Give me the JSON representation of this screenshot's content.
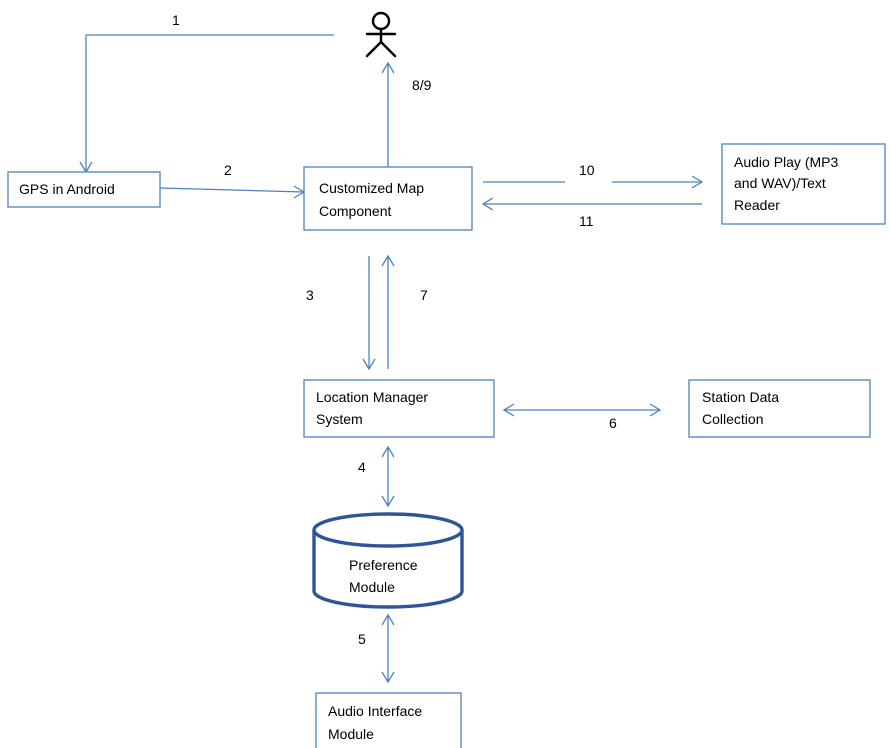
{
  "colors": {
    "line": "#4f81bd",
    "db_stroke": "#2f5597",
    "text": "#000000",
    "background": "#ffffff"
  },
  "actor": {
    "icon": "stick-figure-actor-icon"
  },
  "nodes": {
    "gps": "GPS in Android",
    "map": [
      "Customized Map",
      "Component"
    ],
    "audio_play": [
      "Audio Play (MP3",
      "and WAV)/Text",
      "Reader"
    ],
    "location": [
      "Location Manager",
      "System"
    ],
    "station": [
      "Station Data",
      "Collection"
    ],
    "preference": [
      "Preference",
      "Module"
    ],
    "audio_interface": [
      "Audio Interface",
      "Module"
    ]
  },
  "edge_labels": {
    "e1": "1",
    "e2": "2",
    "e3": "3",
    "e4": "4",
    "e5": "5",
    "e6": "6",
    "e7": "7",
    "e89": "8/9",
    "e10": "10",
    "e11": "11"
  }
}
